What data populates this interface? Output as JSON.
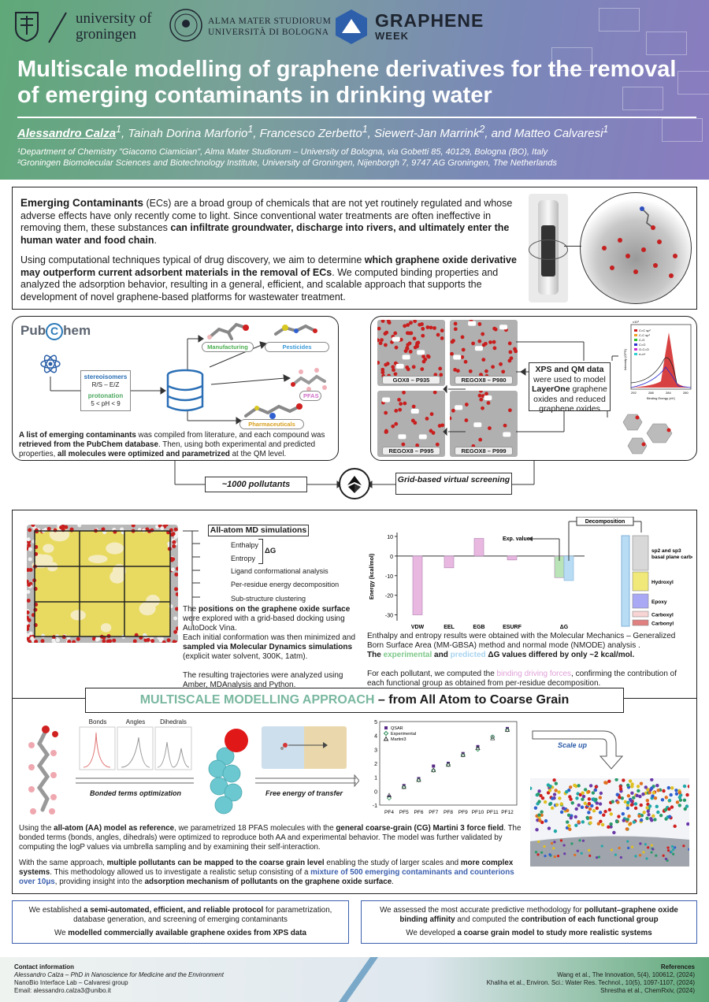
{
  "header": {
    "logos": {
      "groningen_line1": "university of",
      "groningen_line2": "groningen",
      "bologna_line1": "ALMA MATER STUDIORUM",
      "bologna_line2": "UNIVERSITÀ DI BOLOGNA",
      "graphene_line1": "GRAPHENE",
      "graphene_line2": "WEEK"
    },
    "title": "Multiscale modelling of graphene derivatives for the removal of emerging contaminants in drinking water",
    "authors": {
      "first": "Alessandro Calza",
      "first_sup": "1",
      "rest": ", Tainah Dorina Marforio",
      "s1": "1",
      "a3": ", Francesco Zerbetto",
      "s2": "1",
      "a4": ", Siewert-Jan Marrink",
      "s3": "2",
      "a5": ", and Matteo Calvaresi",
      "s4": "1"
    },
    "affiliation1": "¹Department of Chemistry \"Giacomo Ciamician\", Alma Mater Studiorum – University of Bologna, via Gobetti 85, 40129, Bologna (BO), Italy",
    "affiliation2": "²Groningen Biomolecular Sciences and Biotechnology Institute, University of Groningen, Nijenborgh 7, 9747 AG Groningen, The Netherlands"
  },
  "intro": {
    "p1_b1": "Emerging Contaminants",
    "p1_t1": " (ECs) are a broad group of chemicals that are not yet routinely regulated and whose adverse effects have only recently come to light. Since conventional water treatments are often ineffective in removing them, these substances ",
    "p1_b2": "can infiltrate groundwater, discharge into rivers, and ultimately enter the human water and food chain",
    "p1_t2": ".",
    "p2_t1": "Using computational techniques typical of drug discovery, we aim to determine ",
    "p2_b1": "which graphene oxide derivative may outperform current adsorbent materials in the removal of ECs",
    "p2_t2": ". We computed binding properties and analyzed the adsorption behavior, resulting in a general, efficient, and scalable approach that supports the development of novel graphene-based platforms for wastewater treatment."
  },
  "pubchem": {
    "logo_a": "Pub",
    "logo_b": "C",
    "logo_c": "hem",
    "stereo_label": "stereoisomers",
    "stereo_value": "R/S – E/Z",
    "proton_label": "protonation",
    "proton_value": "5 < pH < 9",
    "cat_manufacturing": "Manufacturing",
    "cat_pesticides": "Pesticides",
    "cat_pfas": "PFAS",
    "cat_pharma": "Pharmaceuticals",
    "t_b1": "A list of emerging contaminants",
    "t1": " was compiled from literature, and each compound was ",
    "t_b2": "retrieved from the PubChem database",
    "t2": ". Then, using both experimental and predicted properties, ",
    "t_b3": "all molecules were optimized and parametrized",
    "t3": " at the QM level."
  },
  "xps": {
    "labels": [
      "GOX8 – P935",
      "REGOX8 – P980",
      "REGOX8 – P995",
      "REGOX8 – P999"
    ],
    "box_b1": "XPS and QM data",
    "box_t1": " were used to model ",
    "box_b2": "LayerOne",
    "box_t2": " graphene oxides and reduced graphene oxides",
    "spec_ylabel": "Intensity (CPS)",
    "spec_xlabel": "Binding Energy (eV)",
    "spec_ticks": [
      "292",
      "288",
      "284",
      "280"
    ],
    "spec_exp": "x10³",
    "spec_legend": [
      "C=C sp²",
      "C-C sp³",
      "C-O",
      "C=O",
      "O-C=O",
      "π-π*"
    ]
  },
  "flow": {
    "pollutants": "~1000 pollutants",
    "screening": "Grid-based virtual screening"
  },
  "md": {
    "header": "All-atom MD simulations",
    "items": [
      "Enthalpy",
      "Entropy",
      "Ligand conformational analysis",
      "Per-residue energy decomposition",
      "Sub-structure clustering"
    ],
    "dg": "ΔG",
    "t1": "The ",
    "b1": "positions on the graphene oxide surface",
    "t2": " were explored with a grid-based docking using AutoDock Vina.",
    "t3": "Each initial conformation was then minimized and ",
    "b2": "sampled via Molecular Dynamics simulations",
    "t4": " (explicit water solvent, 300K, 1atm).",
    "t5": "The resulting trajectories were analyzed using Amber, MDAnalysis and Python."
  },
  "energy": {
    "ylabel": "Energy (kcal/mol)",
    "decomp": "Decomposition",
    "exp_value": "Exp. value",
    "fg_labels": [
      "sp2 and sp3 basal plane carbons",
      "Hydroxyl",
      "Epoxy",
      "Carboxyl",
      "Carbonyl"
    ],
    "t1": "Enthalpy and entropy results were obtained with the Molecular Mechanics – Generalized Born Surface Area (MM-GBSA) method and normal mode (NMODE) analysis .",
    "t2a": "The ",
    "t2_exp": "experimental",
    "t2b": " and ",
    "t2_pred": "predicted",
    "t2c": " ΔG values differed by only ~2 kcal/mol.",
    "t3a": "For each pollutant, we computed the ",
    "t3_bdf": "binding driving forces",
    "t3b": ", confirming the contribution of each functional group as obtained from per-residue decomposition."
  },
  "chart_data": [
    {
      "type": "bar",
      "categories": [
        "VDW",
        "EEL",
        "EGB",
        "ESURF",
        "ΔG"
      ],
      "series": [
        {
          "values": [
            -30,
            -6,
            9,
            -2,
            -11
          ]
        },
        {
          "values": [
            null,
            null,
            null,
            null,
            -12.5
          ]
        }
      ],
      "ylabel": "Energy (kcal/mol)",
      "yticks": [
        10,
        0,
        -10,
        -20,
        -30
      ],
      "ylim": [
        -33,
        12
      ]
    },
    {
      "type": "scatter",
      "categories": [
        "PF4",
        "PF5",
        "PF6",
        "PF7",
        "PF8",
        "PF9",
        "PF10",
        "PF11",
        "PF12"
      ],
      "series": [
        {
          "name": "QSAR",
          "values": [
            -0.4,
            0.4,
            0.9,
            1.8,
            2.0,
            2.7,
            3.2,
            3.9,
            4.5
          ]
        },
        {
          "name": "Experimental",
          "values": [
            -0.5,
            0.3,
            0.8,
            1.5,
            1.9,
            2.6,
            3.0,
            3.9,
            4.4
          ]
        },
        {
          "name": "Martini3",
          "values": [
            -0.3,
            0.3,
            0.8,
            1.5,
            1.9,
            2.6,
            3.1,
            3.8,
            4.4
          ]
        }
      ],
      "yticks": [
        "5",
        "4",
        "3",
        "2",
        "1",
        "0",
        "-1"
      ],
      "ylim": [
        -1,
        5
      ]
    }
  ],
  "multiscale": {
    "title_a": "MULTISCALE MODELLING APPROACH",
    "title_b": " – from All Atom to Coarse Grain",
    "dist_labels": [
      "Bonds",
      "Angles",
      "Dihedrals"
    ],
    "bonded": "Bonded terms optimization",
    "free_energy": "Free energy of transfer",
    "scale_up": "Scale up",
    "p1a": "Using the ",
    "p1b1": "all-atom (AA) model as reference",
    "p1c": ", we parametrized 18 PFAS molecules with the ",
    "p1b2": "general coarse-grain (CG) Martini 3 force field",
    "p1d": ". The bonded terms (bonds, angles, dihedrals) were optimized to reproduce both AA and experimental behavior. The model was further validated by computing the logP values via umbrella sampling and by examining their self-interaction.",
    "p2a": "With the same approach, ",
    "p2b1": "multiple pollutants can be mapped to the coarse grain level",
    "p2c": " enabling the study of larger scales and ",
    "p2b2": "more complex systems",
    "p2d": ". This methodology allowed us to investigate a realistic setup consisting of a ",
    "p2blue": "mixture of 500 emerging contaminants and counterions over 10μs",
    "p2e": ", providing insight into the ",
    "p2b3": "adsorption mechanism of pollutants on the graphene oxide surface",
    "p2f": "."
  },
  "conclusions": {
    "left1a": "We established ",
    "left1b": "a semi-automated, efficient, and reliable protocol",
    "left1c": " for parametrization, database generation, and screening of emerging contaminants",
    "left2a": "We ",
    "left2b": "modelled commercially available graphene oxides from XPS data",
    "right1a": "We assessed the most accurate predictive methodology for ",
    "right1b": "pollutant–graphene oxide binding affinity",
    "right1c": " and computed the ",
    "right1d": "contribution of each functional group",
    "right2a": "We developed ",
    "right2b": "a coarse grain model to study more realistic systems"
  },
  "footer": {
    "contact_title": "Contact information",
    "contact1": "Alessandro Calza – PhD in Nanoscience for Medicine and the Environment",
    "contact2": "NanoBio Interface Lab – Calvaresi group",
    "contact3": "Email: alessandro.calza3@unibo.it",
    "refs_title": "References",
    "ref1": "Wang et al., The Innovation, 5(4), 100612, (2024)",
    "ref2": "Khaliha et al., Environ. Sci.: Water Res. Technol., 10(5), 1097-1107, (2024)",
    "ref3": "Shrestha et al., ChemRxiv, (2024)"
  },
  "colors": {
    "green": "#5fae82",
    "blue": "#3b5fae",
    "pink": "#e0a8da",
    "lightblue": "#a8d4f0",
    "red": "#c52020"
  }
}
